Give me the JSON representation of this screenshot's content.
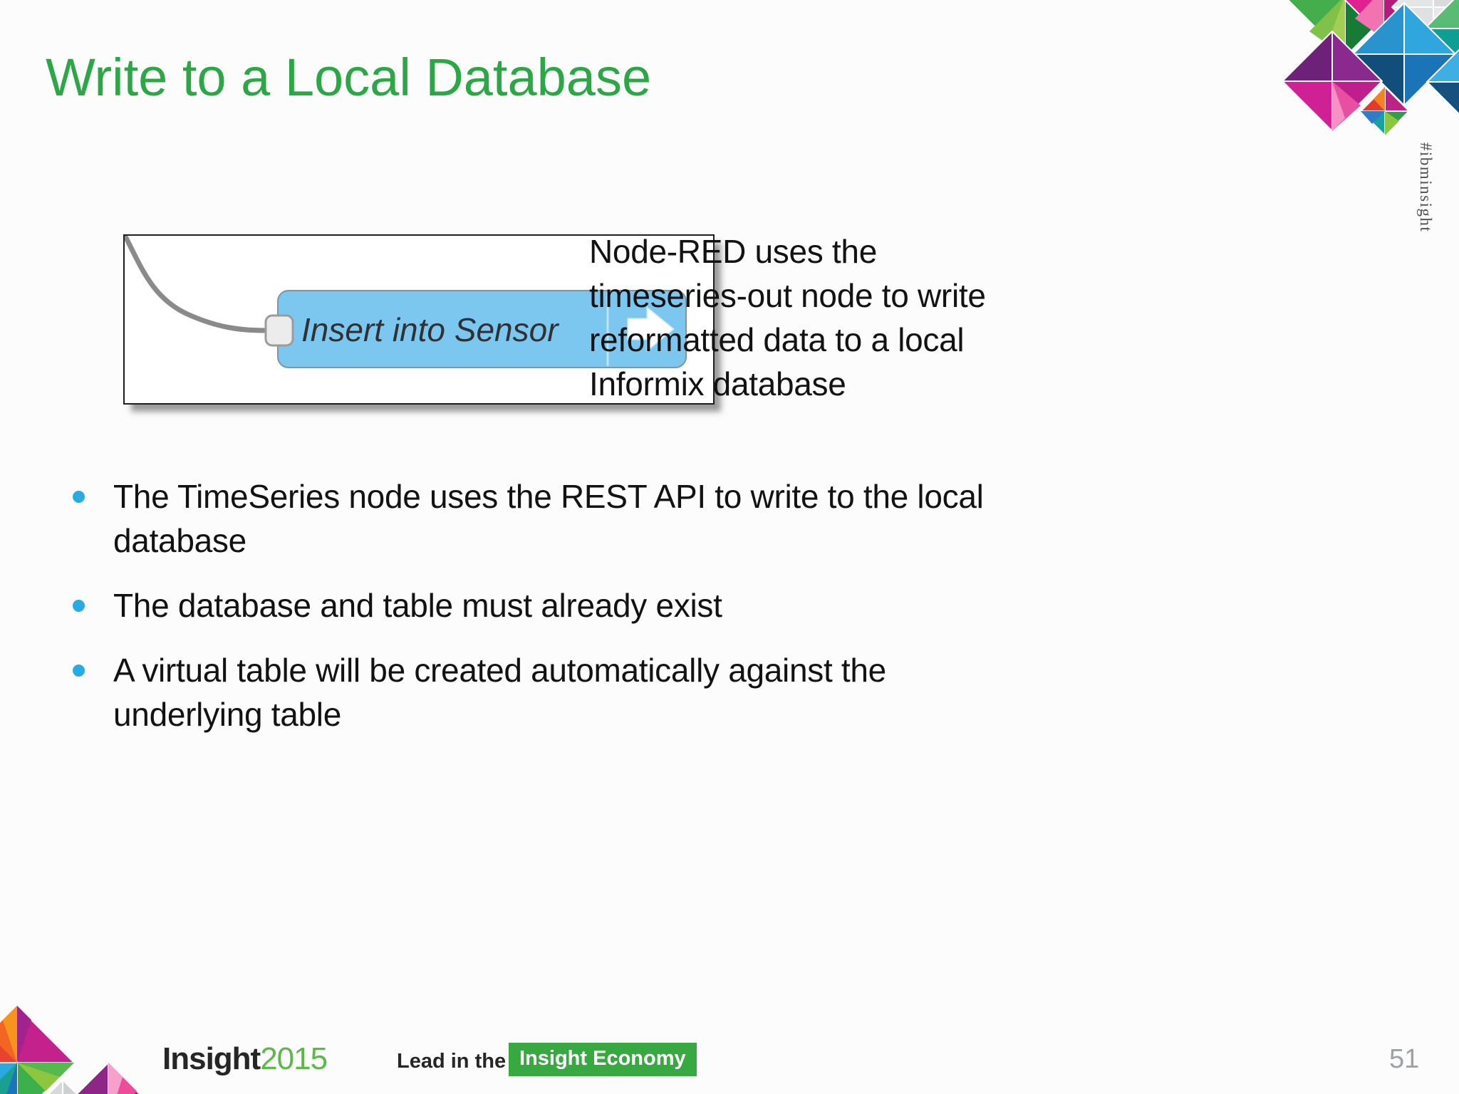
{
  "slide": {
    "title": "Write to a Local Database",
    "hashtag": "#ibminsight",
    "page_number": "51"
  },
  "flow_image": {
    "node_label": "Insert into Sensor"
  },
  "caption": "Node-RED uses the\ntimeseries-out node to write\nreformatted data to a local\nInformix database",
  "bullets": [
    "The TimeSeries node uses the REST API to write to the local\ndatabase",
    "The database and table must already exist",
    "A virtual table will be created automatically against the\nunderlying table"
  ],
  "footer": {
    "brand": "Insight",
    "year": "2015",
    "tagline": "Lead in the",
    "badge": "Insight Economy"
  },
  "colors": {
    "slide-bg": "#fcfcfc",
    "title-green": "#2BA746",
    "body-ink": "#121212",
    "bullet-cyan": "#29ABE2",
    "node-blue": "#7CC7F0",
    "node-label-ink": "#2F3133",
    "wire-gray": "#8A8A8A",
    "frame-border": "#1F1F1F",
    "brand-ink": "#262626",
    "year-green": "#5CB947",
    "badge-green": "#38A940",
    "hashtag-gray": "#4F4F4F",
    "page-gray": "#9FA2A5"
  }
}
